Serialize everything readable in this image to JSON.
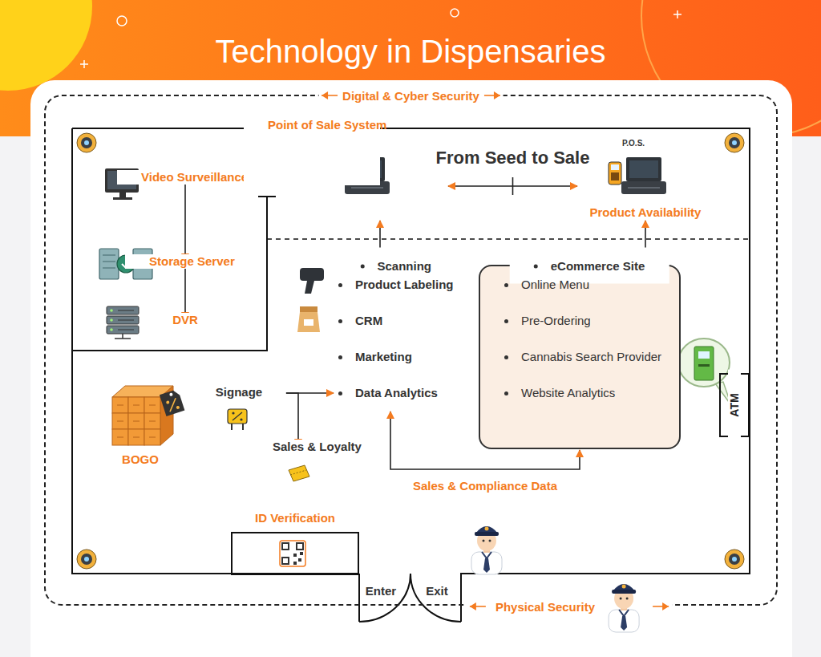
{
  "diagram": {
    "title": "Technology in Dispensaries",
    "nodes": [
      {
        "text": [
          "Digital & Cyber Security"
        ]
      },
      {
        "text": [
          "Video Surveillance"
        ],
        "in": 0
      },
      {
        "text": [
          "Storage Server"
        ],
        "in": 0
      },
      {
        "text": [
          "DVR"
        ],
        "in": 0
      },
      {
        "text": [
          "Point of Sale System"
        ],
        "in": 0
      },
      {
        "text": [
          "P.O.S.",
          "Product Availability"
        ],
        "in": 0
      },
      {
        "text": [
          "Scanning",
          "Product Labeling",
          "CRM",
          "Marketing",
          "Data Analytics"
        ],
        "in": 0
      },
      {
        "text": [
          "eCommerce Site",
          "Online Menu",
          "Pre-Ordering",
          "Cannabis Search Provider",
          "Website Analytics"
        ],
        "in": 0
      },
      {
        "text": [
          "Signage"
        ],
        "in": 0
      },
      {
        "text": [
          "Sales & Loyalty"
        ],
        "in": 0
      },
      {
        "text": [
          "BOGO"
        ],
        "in": 0
      },
      {
        "text": [
          "ATM"
        ],
        "in": 0
      },
      {
        "text": [
          "ID Verification"
        ],
        "in": 0
      }
    ],
    "edges": [
      {
        "from": 1,
        "to": 2,
        "arrow": "to"
      },
      {
        "from": 2,
        "to": 3,
        "arrow": "to"
      },
      {
        "from": 4,
        "to": 5,
        "label": "From Seed to Sale",
        "arrow": "both"
      },
      {
        "from": 4,
        "to": 6,
        "arrow": "both"
      },
      {
        "from": 5,
        "to": 7,
        "arrow": "both"
      },
      {
        "from": 6,
        "to": 7,
        "label": "Sales & Compliance Data",
        "arrow": "both"
      },
      {
        "from": 8,
        "to": 6,
        "arrow": "both"
      },
      {
        "from": 8,
        "to": 9,
        "arrow": "to"
      }
    ],
    "labels": [
      "Enter",
      "Exit",
      "Physical Security"
    ]
  }
}
